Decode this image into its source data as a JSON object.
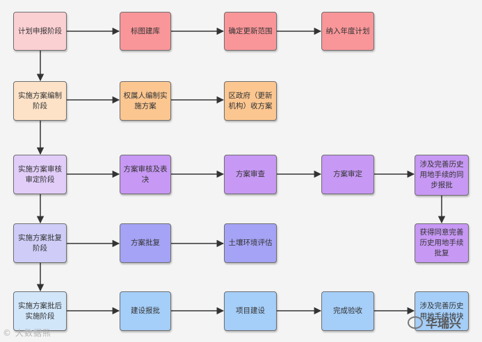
{
  "nodes": {
    "r1c1": "计划申报阶段",
    "r1c2": "标图建库",
    "r1c3": "确定更新范围",
    "r1c4": "纳入年度计划",
    "r2c1": "实施方案编制阶段",
    "r2c2": "权属人编制实施方案",
    "r2c3": "区政府（更新机构）收方案",
    "r3c1": "实施方案审核审定阶段",
    "r3c2": "方案审核及表决",
    "r3c3": "方案审查",
    "r3c4": "方案审定",
    "r3c5": "涉及完善历史用地手续的同步报批",
    "r4c1": "实施方案批复阶段",
    "r4c2": "方案批复",
    "r4c3": "土壤环境评估",
    "r4c5": "获得同意完善历史用地手续批复",
    "r5c1": "实施方案批后实施阶段",
    "r5c2": "建设报批",
    "r5c3": "项目建设",
    "r5c4": "完成验收",
    "r5c5": "涉及完善历史用地手续地块"
  },
  "watermark": {
    "left": "© 大数据熊",
    "right": "华瑞兴"
  },
  "colors": {
    "red": "#f99699",
    "pink": "#fbd0d3",
    "orange": "#fbc690",
    "peach": "#fde2c8",
    "purple": "#c798f4",
    "lilac": "#e1cdf8",
    "indigo": "#a5a3f5",
    "lavender": "#cfcdf8",
    "blue": "#a5cef8",
    "light_blue": "#d2e6fa"
  }
}
